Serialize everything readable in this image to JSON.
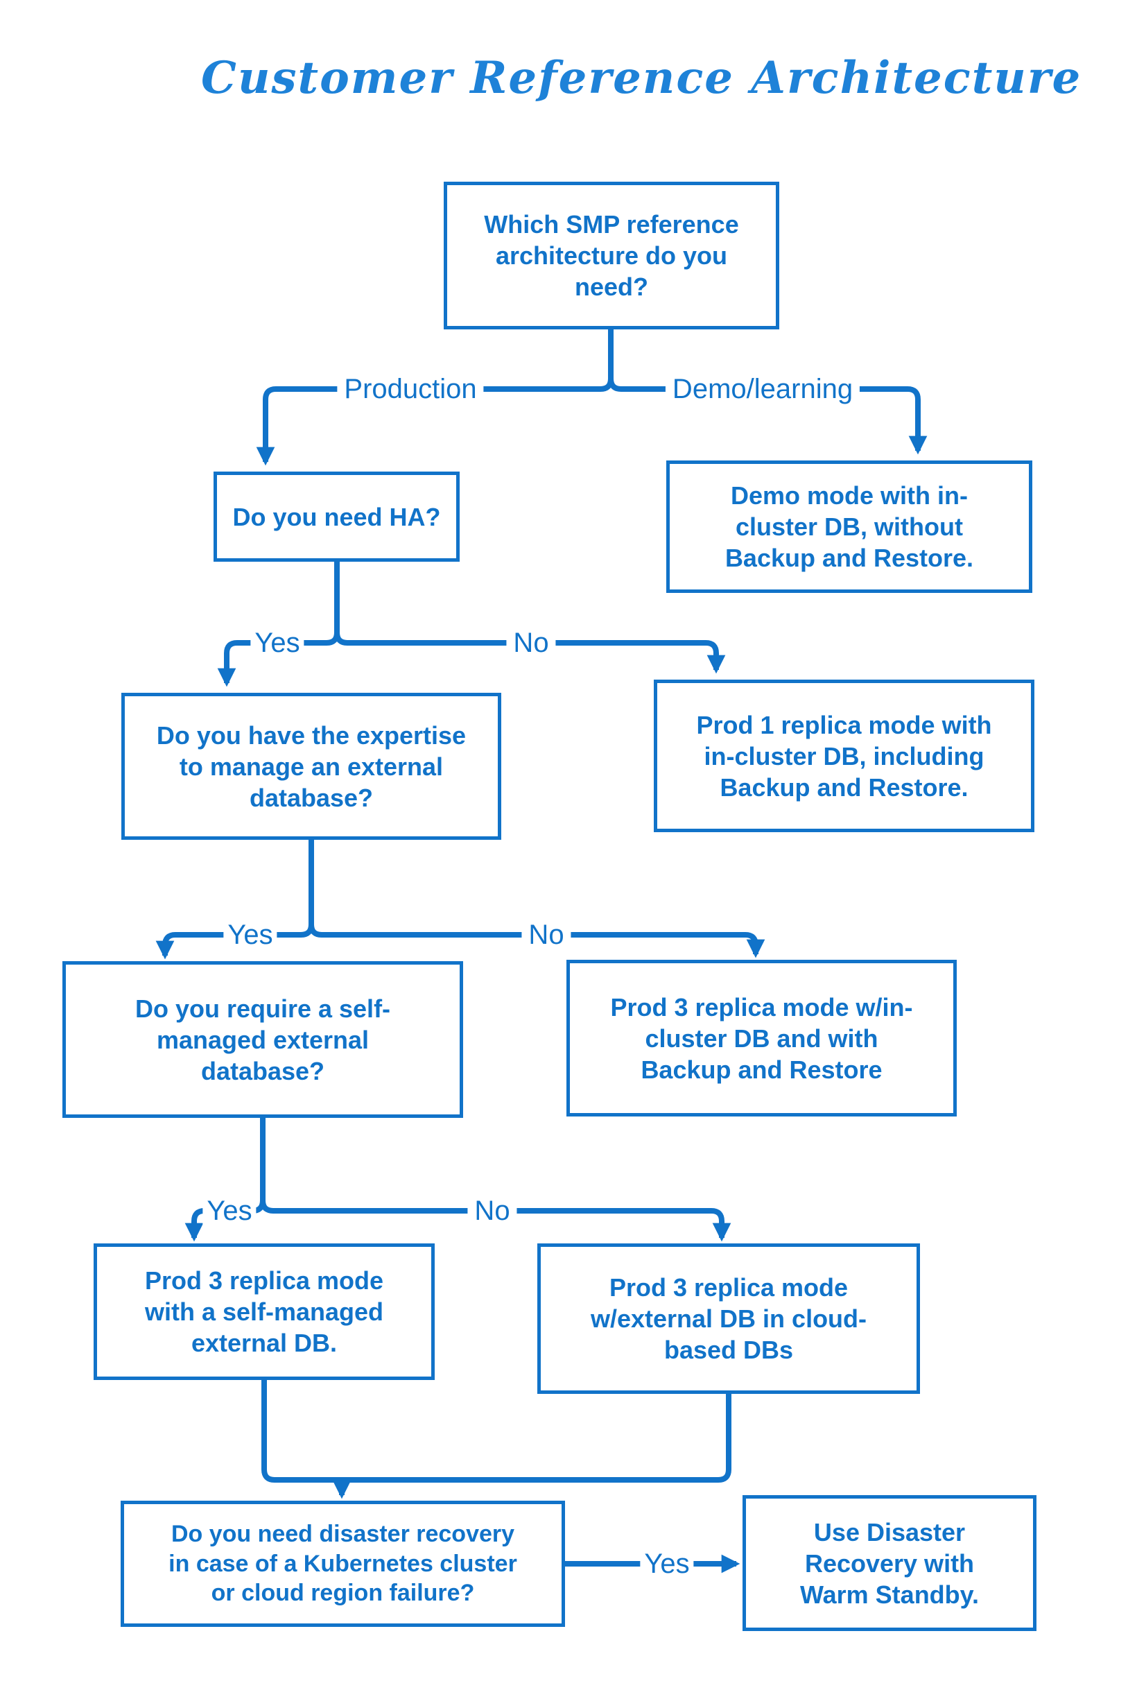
{
  "title": "Customer Reference Architecture",
  "colors": {
    "accent": "#1173c9",
    "title_blue": "#1e82d8",
    "background": "#ffffff"
  },
  "nodes": {
    "root": {
      "text": "Which SMP reference\narchitecture do you\nneed?"
    },
    "ha": {
      "text": "Do you need HA?"
    },
    "demo": {
      "text": "Demo mode with in-\ncluster DB, without\nBackup and Restore."
    },
    "prod1": {
      "text": "Prod 1 replica mode with\nin-cluster DB, including\nBackup and Restore."
    },
    "expertise": {
      "text": "Do you have the expertise\nto manage an external\ndatabase?"
    },
    "require_self_managed": {
      "text": "Do you require a self-\nmanaged external\ndatabase?"
    },
    "prod3_incluster": {
      "text": "Prod 3 replica mode w/in-\ncluster DB and with\nBackup and Restore"
    },
    "prod3_self_managed": {
      "text": "Prod 3 replica mode\nwith a self-managed\nexternal DB."
    },
    "prod3_cloud": {
      "text": "Prod 3 replica mode\nw/external DB in cloud-\nbased DBs"
    },
    "disaster_recovery": {
      "text": "Do you need disaster recovery\nin case of a Kubernetes cluster\nor cloud region failure?"
    },
    "warm_standby": {
      "text": "Use Disaster\nRecovery with\nWarm Standby."
    }
  },
  "edge_labels": {
    "production": "Production",
    "demo_learning": "Demo/learning",
    "yes": "Yes",
    "no": "No"
  }
}
